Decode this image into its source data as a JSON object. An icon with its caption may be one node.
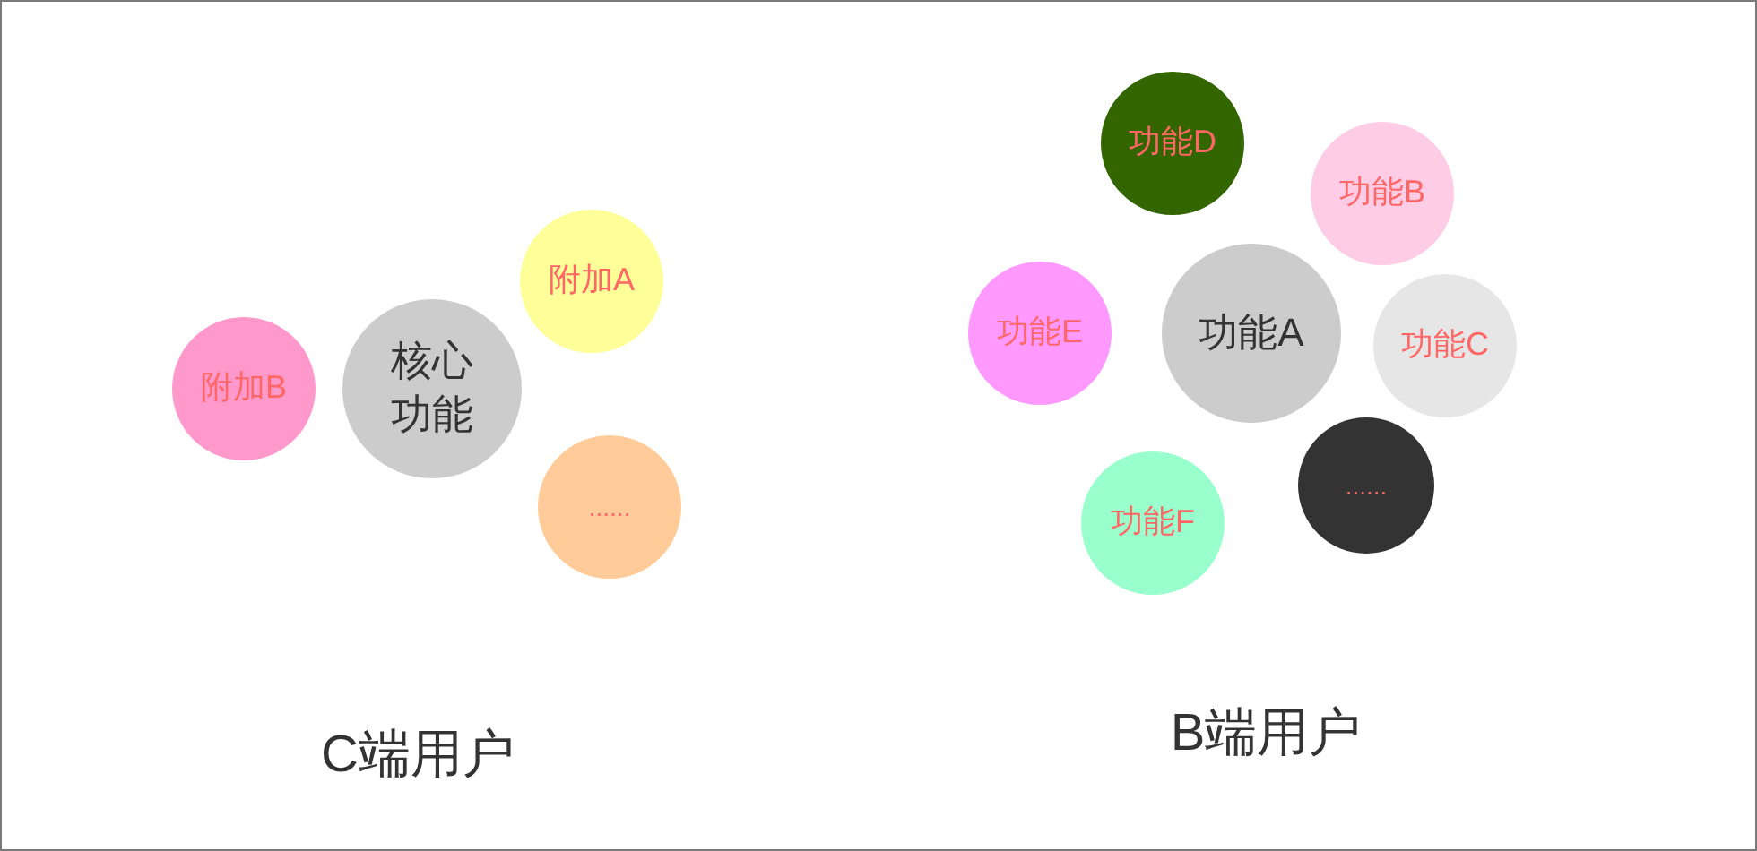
{
  "diagram": {
    "nodes": [
      {
        "text": [
          "附加A"
        ]
      },
      {
        "text": [
          "附加B"
        ]
      },
      {
        "text": [
          "核心功能"
        ]
      },
      {
        "text": [
          "......"
        ]
      },
      {
        "text": [
          "功能D"
        ]
      },
      {
        "text": [
          "功能B"
        ]
      },
      {
        "text": [
          "功能E"
        ]
      },
      {
        "text": [
          "功能A"
        ]
      },
      {
        "text": [
          "功能C"
        ]
      },
      {
        "text": [
          "......"
        ]
      },
      {
        "text": [
          "功能F"
        ]
      }
    ],
    "labels": [
      "C端用户",
      "B端用户"
    ]
  }
}
